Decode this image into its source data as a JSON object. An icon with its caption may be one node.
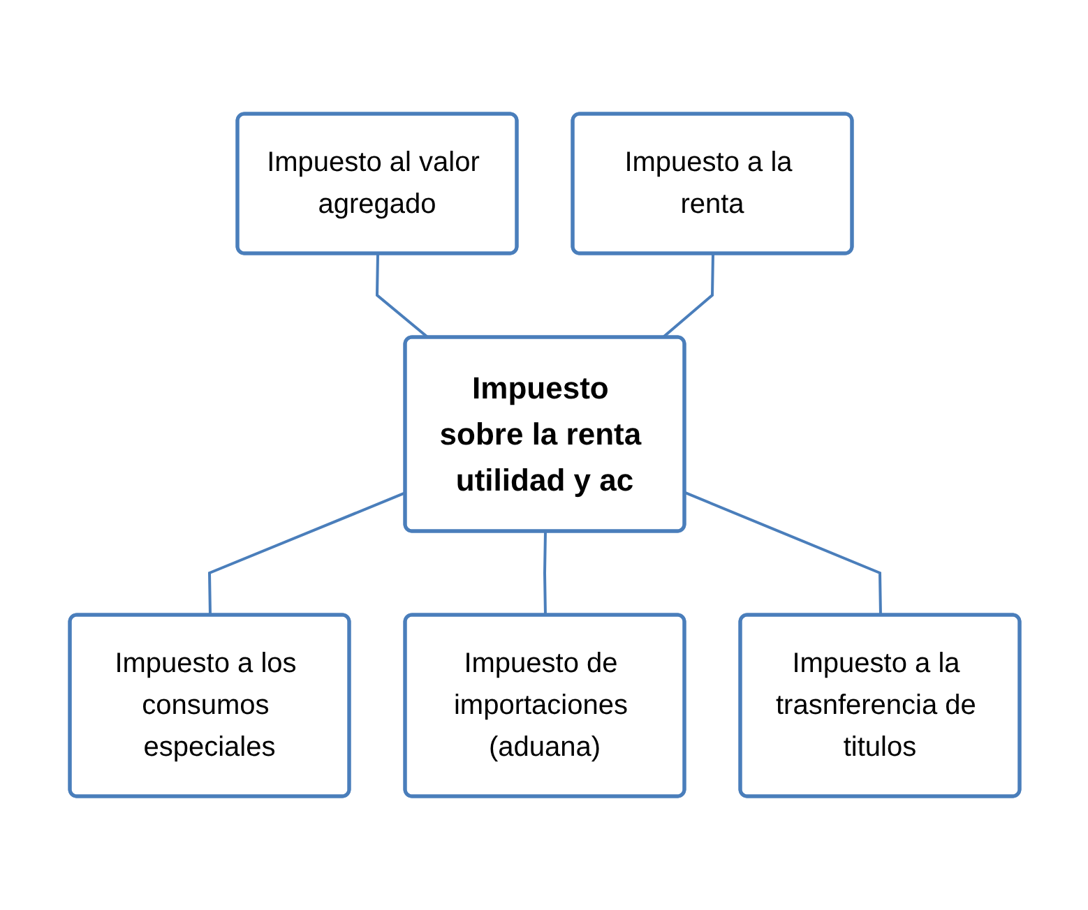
{
  "diagram": {
    "nodes": [
      {
        "text": [
          "Impuesto al valor agregado"
        ]
      },
      {
        "text": [
          "Impuesto a la renta"
        ]
      },
      {
        "text": [
          "Impuesto sobre la renta utilidad y ac"
        ]
      },
      {
        "text": [
          "Impuesto a los consumos especiales"
        ]
      },
      {
        "text": [
          "Impuesto de importaciones (aduana)"
        ]
      },
      {
        "text": [
          "Impuesto a la trasnferencia de titulos"
        ]
      }
    ],
    "edges": [
      {
        "from": 0,
        "to": 2,
        "arrow": "none"
      },
      {
        "from": 1,
        "to": 2,
        "arrow": "none"
      },
      {
        "from": 2,
        "to": 3,
        "arrow": "none"
      },
      {
        "from": 2,
        "to": 4,
        "arrow": "none"
      },
      {
        "from": 2,
        "to": 5,
        "arrow": "none"
      }
    ]
  }
}
